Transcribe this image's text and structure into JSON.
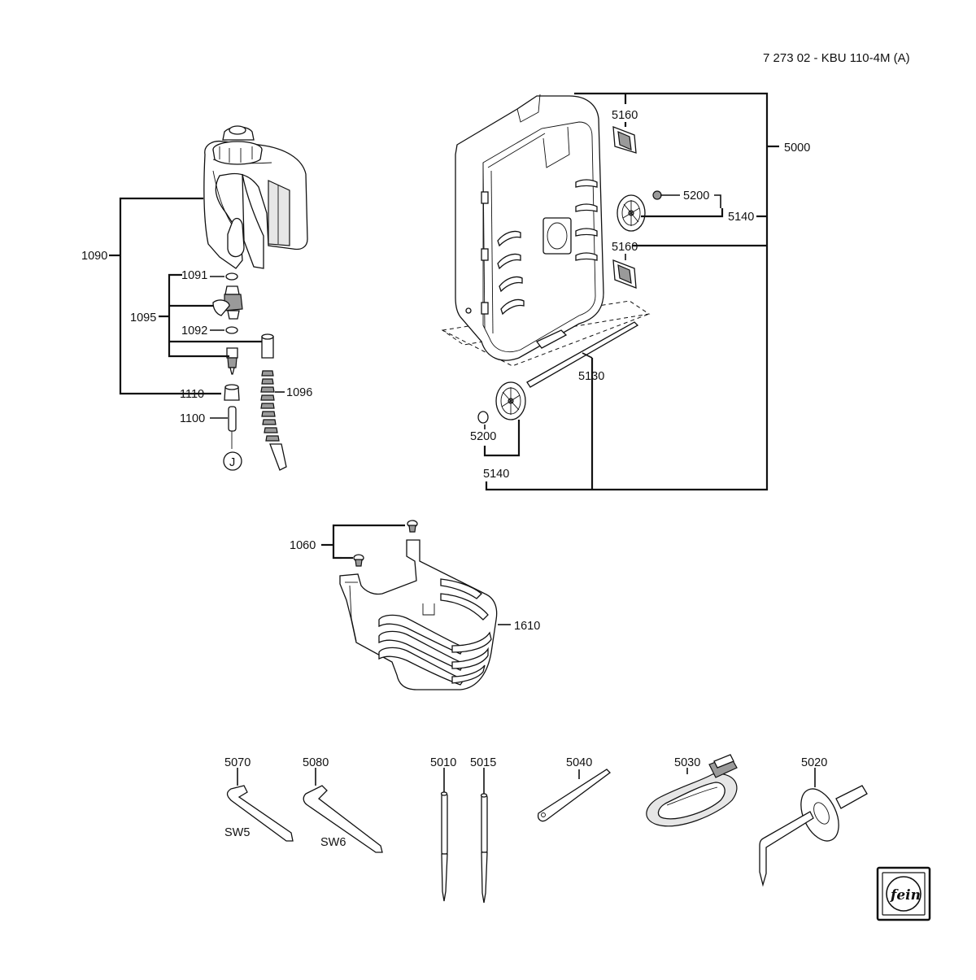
{
  "header": {
    "title": "7 273 02 - KBU 110-4M (A)"
  },
  "labels": {
    "p1090": "1090",
    "p1091": "1091",
    "p1095": "1095",
    "p1092": "1092",
    "p1096": "1096",
    "p1110": "1110",
    "p1100": "1100",
    "pJ": "J",
    "p5160a": "5160",
    "p5000": "5000",
    "p5200a": "5200",
    "p5140a": "5140",
    "p5160b": "5160",
    "p5130": "5130",
    "p5200b": "5200",
    "p5140b": "5140",
    "p1060": "1060",
    "p1610": "1610",
    "p5070": "5070",
    "p5080": "5080",
    "p5010": "5010",
    "p5015": "5015",
    "p5040": "5040",
    "p5030": "5030",
    "p5020": "5020",
    "sw5": "SW5",
    "sw6": "SW6"
  },
  "logo": {
    "icon": "fein-logo-icon",
    "text": "fein"
  }
}
